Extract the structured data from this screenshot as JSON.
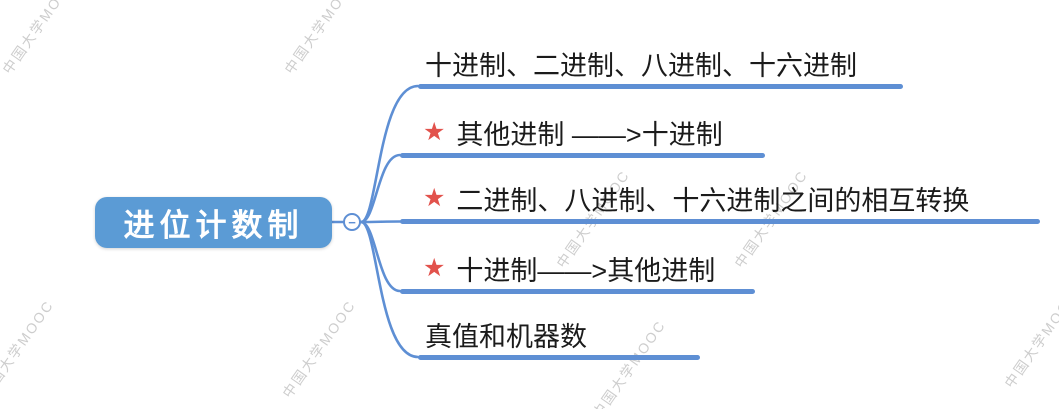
{
  "root": {
    "label": "进位计数制",
    "collapse_symbol": "−"
  },
  "branches": [
    {
      "label": "十进制、二进制、八进制、十六进制",
      "star": ""
    },
    {
      "label": "其他进制 ——>十进制",
      "star": "★"
    },
    {
      "label": "二进制、八进制、十六进制之间的相互转换",
      "star": "★"
    },
    {
      "label": "十进制——>其他进制",
      "star": "★"
    },
    {
      "label": "真值和机器数",
      "star": ""
    }
  ],
  "watermark": {
    "text": "中国大学MOOC"
  },
  "colors": {
    "node_fill": "#5B9BD5",
    "node_text": "#FFFFFF",
    "line": "#5E8FD4",
    "star": "#E2524C",
    "branch_text": "#1B1B1B",
    "watermark": "#CDCDCD"
  }
}
